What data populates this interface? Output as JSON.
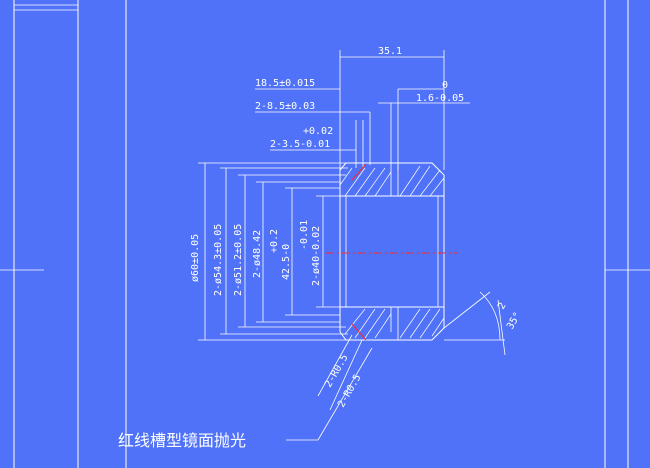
{
  "dimensions": {
    "overall_length": "35.1",
    "length_a": "18.5±0.015",
    "tol_upper_a": "0",
    "tol_lower_a": "1.6-0.05",
    "length_b": "2-8.5±0.03",
    "tol_b_upper": "+0.02",
    "length_c": "2-3.5-0.01",
    "dia_outer": "ø60±0.05",
    "dia_1": "2-ø54.3±0.05",
    "dia_2": "2-ø51.2±0.05",
    "dia_3": "2-ø48.42",
    "dia_4_tol": "+0.2",
    "dia_4": "42.5-0",
    "dia_5_tol": "-0.01",
    "dia_5": "2-ø40-0.02",
    "radius_1": "2-R0.5",
    "radius_2": "2-R0.5",
    "chamfer_1": "2",
    "chamfer_2": "35°"
  },
  "note": "红线槽型镜面抛光",
  "colors": {
    "background": "#4f72f8",
    "lines": "#ffffff",
    "highlight": "#ff2a2a"
  }
}
